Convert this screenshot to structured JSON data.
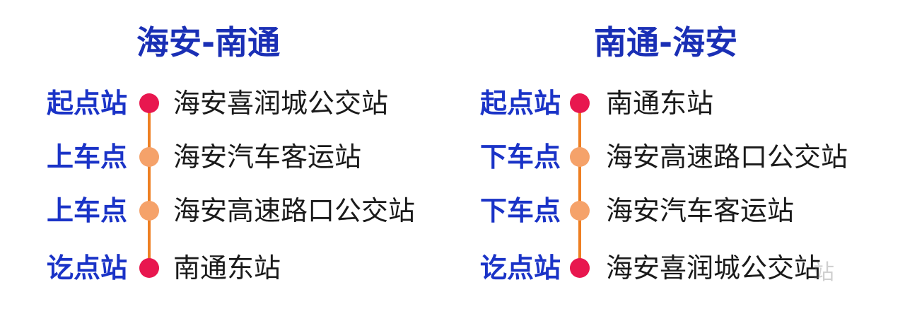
{
  "colors": {
    "title": "#1a2fb5",
    "label": "#1a33c7",
    "line": "#ee7f22",
    "endpoint_dot": "#e8174f",
    "mid_dot": "#f5a26a"
  },
  "routes": [
    {
      "title": "海安-南通",
      "stops": [
        {
          "type": "起点站",
          "name": "海安喜润城公交站",
          "kind": "endpoint"
        },
        {
          "type": "上车点",
          "name": "海安汽车客运站",
          "kind": "mid"
        },
        {
          "type": "上车点",
          "name": "海安高速路口公交站",
          "kind": "mid"
        },
        {
          "type": "讫点站",
          "name": "南通东站",
          "kind": "endpoint"
        }
      ]
    },
    {
      "title": "南通-海安",
      "stops": [
        {
          "type": "起点站",
          "name": "南通东站",
          "kind": "endpoint"
        },
        {
          "type": "下车点",
          "name": "海安高速路口公交站",
          "kind": "mid"
        },
        {
          "type": "下车点",
          "name": "海安汽车客运站",
          "kind": "mid"
        },
        {
          "type": "讫点站",
          "name": "海安喜润城公交站",
          "kind": "endpoint"
        }
      ]
    }
  ],
  "watermark": "站"
}
